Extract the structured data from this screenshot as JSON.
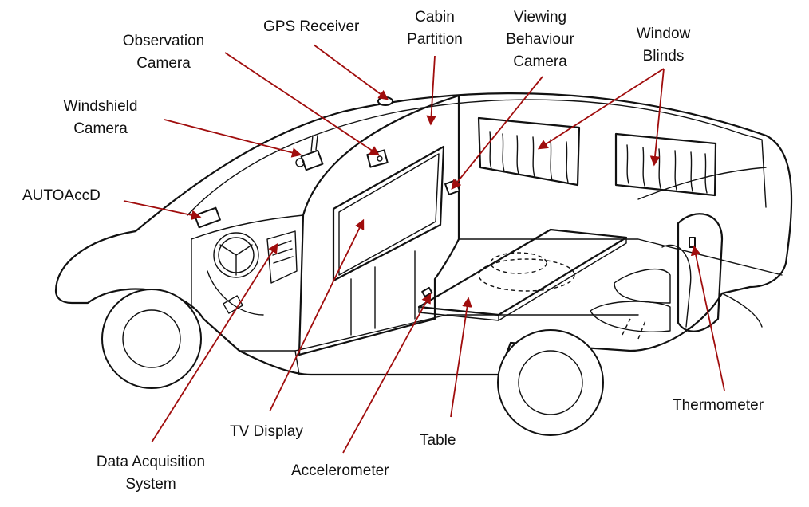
{
  "colors": {
    "annotation": "#a00d0d",
    "outline": "#111111",
    "background": "#ffffff"
  },
  "labels": {
    "gps_receiver": "GPS Receiver",
    "cabin_partition_1": "Cabin",
    "cabin_partition_2": "Partition",
    "viewing_camera_1": "Viewing",
    "viewing_camera_2": "Behaviour",
    "viewing_camera_3": "Camera",
    "window_blinds_1": "Window",
    "window_blinds_2": "Blinds",
    "observation_camera_1": "Observation",
    "observation_camera_2": "Camera",
    "windshield_camera_1": "Windshield",
    "windshield_camera_2": "Camera",
    "autoaccd": "AUTOAccD",
    "tv_display": "TV Display",
    "table": "Table",
    "thermometer": "Thermometer",
    "data_acquisition_1": "Data Acquisition",
    "data_acquisition_2": "System",
    "accelerometer": "Accelerometer"
  }
}
